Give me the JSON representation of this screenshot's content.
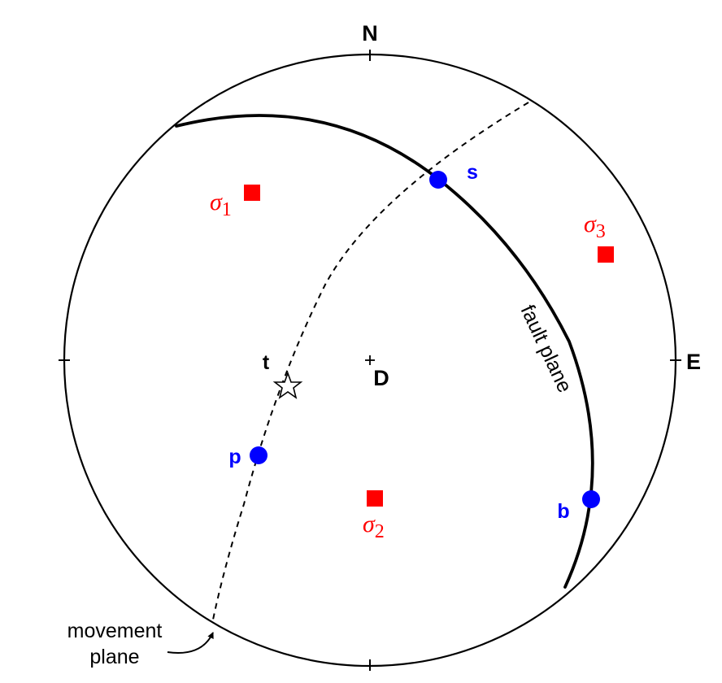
{
  "compass": {
    "north": "N",
    "east": "E"
  },
  "center": {
    "label": "D"
  },
  "points": {
    "s": {
      "label": "s"
    },
    "p": {
      "label": "p"
    },
    "b": {
      "label": "b"
    },
    "t": {
      "label": "t"
    }
  },
  "stress_axes": {
    "sigma1": {
      "symbol": "σ",
      "subscript": "1"
    },
    "sigma2": {
      "symbol": "σ",
      "subscript": "2"
    },
    "sigma3": {
      "symbol": "σ",
      "subscript": "3"
    }
  },
  "fault": {
    "label": "fault plane"
  },
  "movement_plane": {
    "line1": "movement",
    "line2": "plane"
  },
  "colors": {
    "pole_points": "#0000ff",
    "stress_axes": "#ff0000",
    "lines": "#000000"
  }
}
